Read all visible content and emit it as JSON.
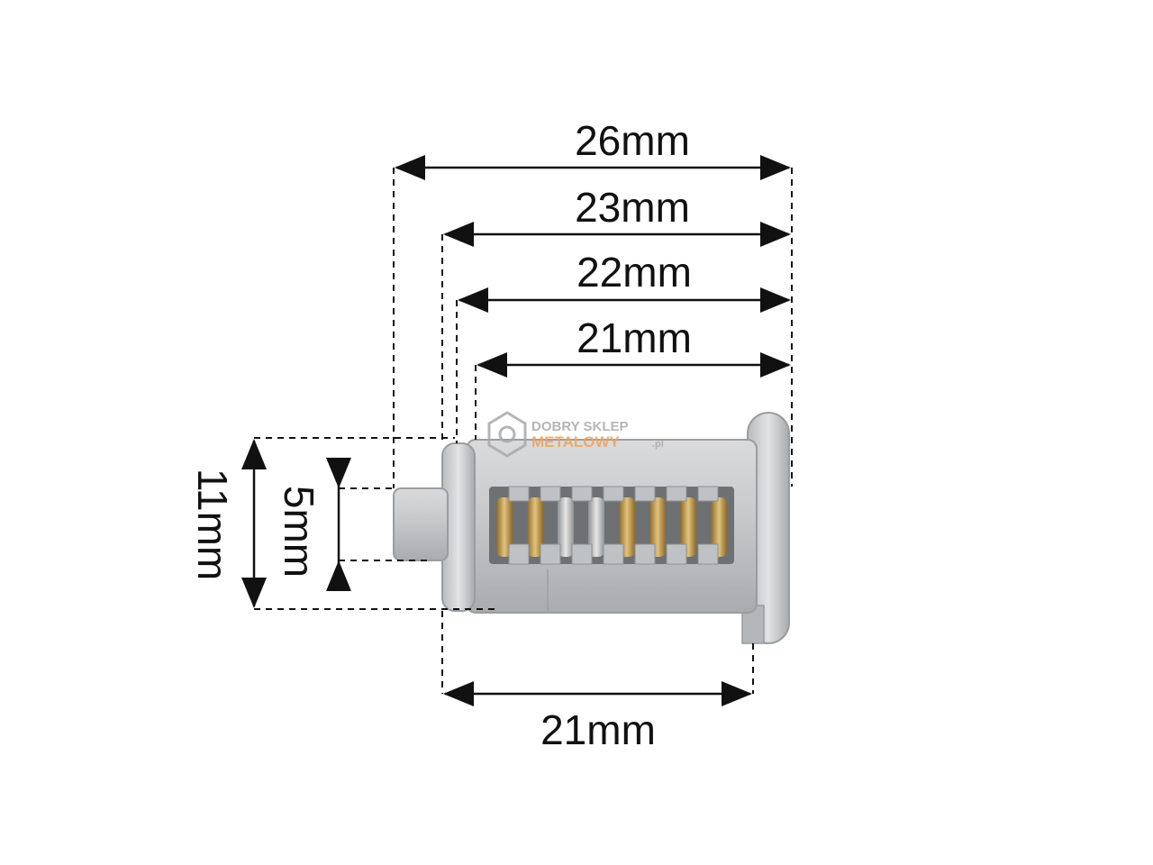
{
  "dimensions": {
    "overall_length": "26mm",
    "length_to_collar": "23mm",
    "length_to_shoulder": "22mm",
    "body_length_top": "21mm",
    "body_length_bottom": "21mm",
    "flange_height": "11mm",
    "tip_height": "5mm"
  },
  "logo": {
    "line1": "DOBRY SKLEP",
    "line2": "METALOWY",
    "suffix": ".pl"
  },
  "colors": {
    "ink": "#111111",
    "metal": "#c2c4c6",
    "metal_dark": "#9a9da0",
    "brass": "#d4b16a",
    "logo_orange": "#f0a25a",
    "logo_gray": "#a7a9ab"
  }
}
